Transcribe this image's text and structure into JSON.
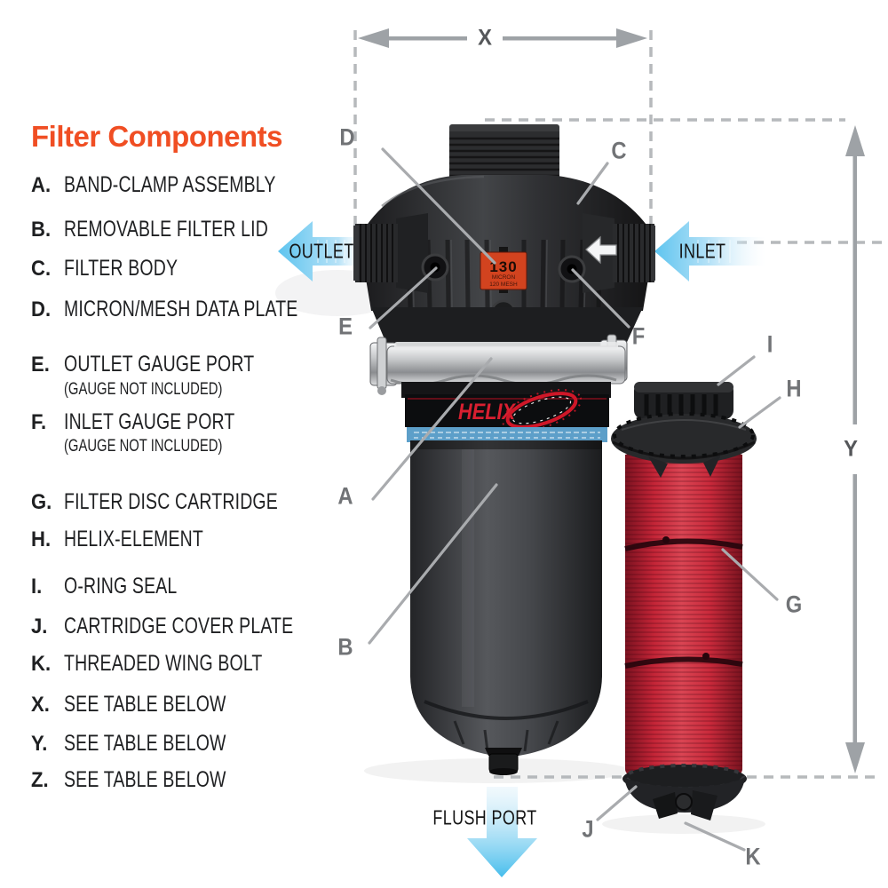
{
  "header": {
    "title": "Filter Components"
  },
  "legend": [
    {
      "letter": "A.",
      "label": "BAND-CLAMP ASSEMBLY"
    },
    {
      "letter": "B.",
      "label": "REMOVABLE FILTER LID"
    },
    {
      "letter": "C.",
      "label": "FILTER BODY"
    },
    {
      "letter": "D.",
      "label": "MICRON/MESH DATA PLATE"
    },
    {
      "letter": "E.",
      "label": "OUTLET GAUGE PORT",
      "note": "(GAUGE NOT INCLUDED)"
    },
    {
      "letter": "F.",
      "label": "INLET GAUGE PORT",
      "note": "(GAUGE NOT INCLUDED)"
    },
    {
      "letter": "G.",
      "label": "FILTER DISC CARTRIDGE"
    },
    {
      "letter": "H.",
      "label": "HELIX-ELEMENT"
    },
    {
      "letter": "I.",
      "label": "O-RING SEAL"
    },
    {
      "letter": "J.",
      "label": "CARTRIDGE COVER PLATE"
    },
    {
      "letter": "K.",
      "label": "THREADED WING BOLT"
    },
    {
      "letter": "X.",
      "label": "SEE TABLE BELOW"
    },
    {
      "letter": "Y.",
      "label": "SEE TABLE BELOW"
    },
    {
      "letter": "Z.",
      "label": "SEE TABLE BELOW"
    }
  ],
  "callout_letters": {
    "a": "A",
    "b": "B",
    "c": "C",
    "d": "D",
    "e": "E",
    "f": "F",
    "g": "G",
    "h": "H",
    "i": "I",
    "j": "J",
    "k": "K"
  },
  "dimension_labels": {
    "x": "X",
    "y": "Y"
  },
  "flow_labels": {
    "outlet": "OUTLET",
    "inlet": "INLET",
    "flush_port": "FLUSH PORT"
  },
  "data_plate": {
    "micron_value": "130",
    "micron_label": "MICRON",
    "mesh_label": "120 MESH"
  },
  "brand": {
    "name": "HELIX"
  },
  "colors": {
    "accent_orange": "#F04E23",
    "cartridge_red": "#C9283C",
    "flow_blue": "#5EC4EF",
    "callout_gray": "#717376",
    "dimension_gray": "#9EA2A6"
  }
}
